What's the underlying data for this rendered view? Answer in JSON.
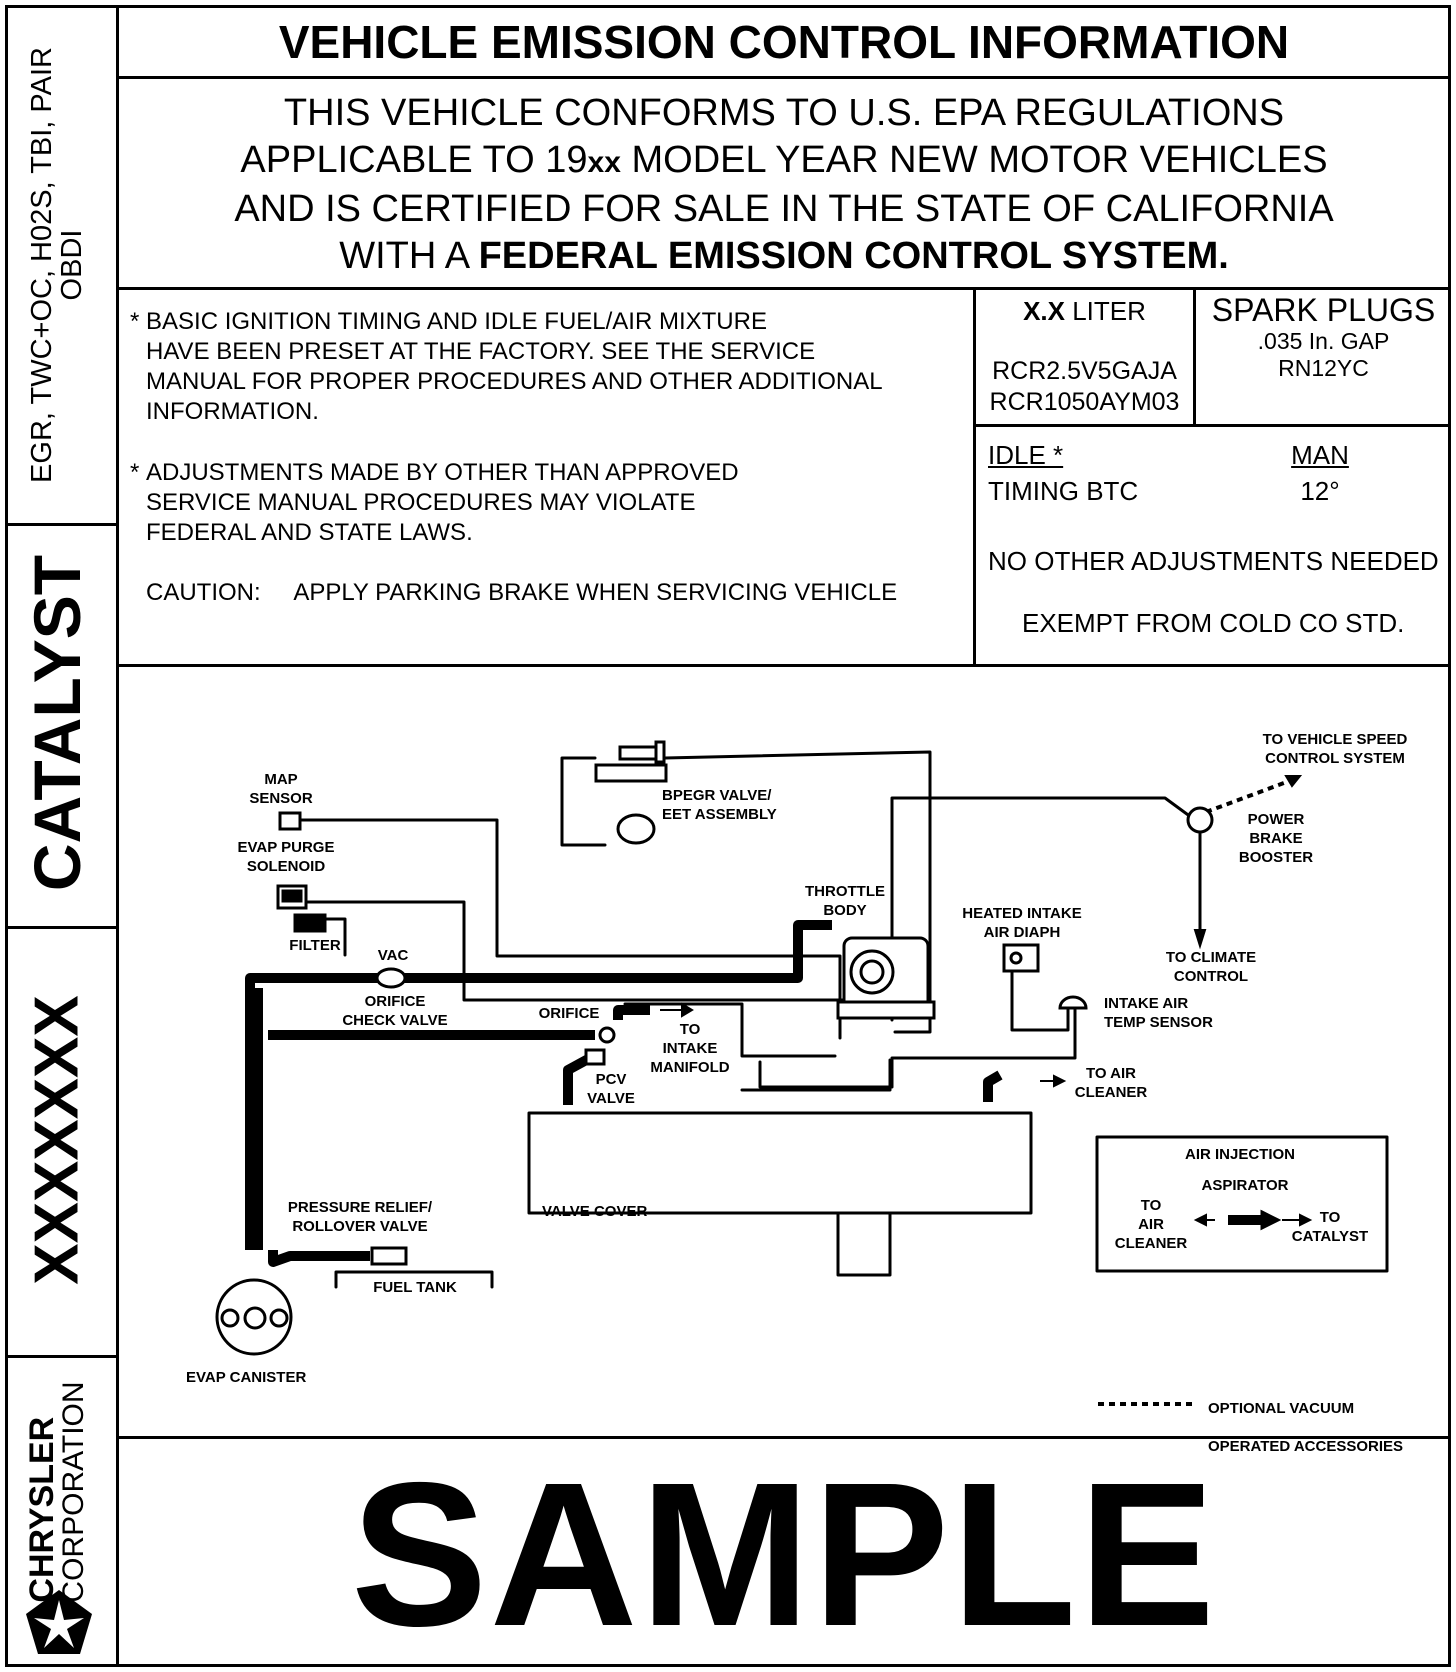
{
  "side": {
    "systems_line1": "EGR, TWC+OC, H02S, TBI, PAIR",
    "systems_line2": "OBDI",
    "catalyst": "CATALYST",
    "code": "XXXXXXX",
    "brand": "CHRYSLER",
    "brand_sub": "CORPORATION"
  },
  "header": {
    "title": "VEHICLE EMISSION CONTROL INFORMATION",
    "line1": "THIS VEHICLE CONFORMS TO U.S. EPA REGULATIONS",
    "line2_a": "APPLICABLE TO 19",
    "line2_b": "xx",
    "line2_c": " MODEL YEAR NEW MOTOR VEHICLES",
    "line3": "AND IS CERTIFIED FOR SALE IN THE STATE OF CALIFORNIA",
    "line4_a": "WITH A ",
    "line4_b": "FEDERAL EMISSION CONTROL SYSTEM."
  },
  "notes": {
    "star": "*",
    "note1": "BASIC IGNITION TIMING AND IDLE FUEL/AIR MIXTURE\nHAVE BEEN PRESET AT THE FACTORY. SEE THE SERVICE\nMANUAL FOR PROPER PROCEDURES AND OTHER ADDITIONAL\nINFORMATION.",
    "note2": "ADJUSTMENTS MADE BY OTHER THAN APPROVED\nSERVICE MANUAL PROCEDURES MAY VIOLATE\nFEDERAL AND STATE LAWS.",
    "caution_label": "CAUTION:",
    "caution_text": "APPLY PARKING BRAKE WHEN SERVICING VEHICLE"
  },
  "engine": {
    "displacement": "X.X",
    "liter": " LITER",
    "family1": "RCR2.5V5GAJA",
    "family2": "RCR1050AYM03"
  },
  "spark": {
    "title": "SPARK PLUGS",
    "gap": ".035 In. GAP",
    "part": "RN12YC"
  },
  "idle": {
    "idle_label": "IDLE *",
    "timing_label": "TIMING BTC",
    "trans": "MAN",
    "degrees": "12°",
    "no_adjust": "NO OTHER ADJUSTMENTS NEEDED",
    "exempt": "EXEMPT FROM COLD CO STD."
  },
  "diagram": {
    "map_sensor": "MAP\nSENSOR",
    "evap_purge": "EVAP PURGE\nSOLENOID",
    "filter": "FILTER",
    "vac": "VAC",
    "orifice_check": "ORIFICE\nCHECK VALVE",
    "orifice": "ORIFICE",
    "to_intake": "TO\nINTAKE\nMANIFOLD",
    "pcv": "PCV\nVALVE",
    "bpegr": "BPEGR VALVE/\nEET ASSEMBLY",
    "throttle": "THROTTLE\nBODY",
    "heated_intake": "HEATED INTAKE\nAIR DIAPH",
    "intake_air_temp": "INTAKE AIR\nTEMP SENSOR",
    "speed_control": "TO VEHICLE SPEED\nCONTROL SYSTEM",
    "power_brake": "POWER\nBRAKE\nBOOSTER",
    "climate": "TO CLIMATE\nCONTROL",
    "to_air_cleaner": "TO AIR\nCLEANER",
    "valve_cover": "VALVE COVER",
    "pressure_relief": "PRESSURE RELIEF/\nROLLOVER VALVE",
    "fuel_tank": "FUEL TANK",
    "evap_canister": "EVAP CANISTER",
    "air_injection": "AIR INJECTION",
    "aspirator": "ASPIRATOR",
    "ai_to_air_cleaner": "TO\nAIR\nCLEANER",
    "ai_to_catalyst": "TO\nCATALYST",
    "optional_line1": "OPTIONAL VACUUM",
    "optional_line2": "OPERATED ACCESSORIES"
  },
  "footer": {
    "sample": "SAMPLE"
  }
}
